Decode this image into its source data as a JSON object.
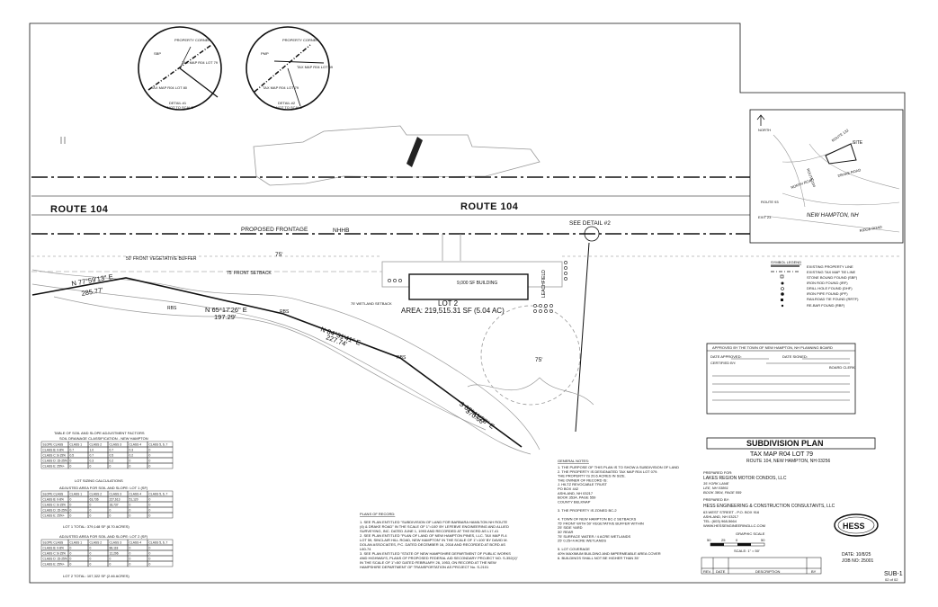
{
  "road": {
    "left": "ROUTE 104",
    "center": "ROUTE 104"
  },
  "labels": {
    "proposed_frontage": "PROPOSED FRONTAGE",
    "nhhb": "NHHB",
    "see_detail_2": "SEE DETAIL #2",
    "frontage_dist": "75'",
    "front_buffer": "50' FRONT VEGETATIVE BUFFER",
    "front_setback": "75' FRONT SETBACK",
    "building": "9,000 SF BUILDING",
    "leachfield": "LEACHFIELD",
    "wetland_setback": "75' WETLAND SETBACK",
    "lot_name": "LOT 2",
    "lot_area": "AREA: 219,515.31 SF (5.04 AC)",
    "wetland_radius": "75'",
    "rbs": "RBS"
  },
  "bearings": [
    {
      "bearing": "N 77°59'13\" E",
      "dist": "285.77'"
    },
    {
      "bearing": "N 65°17'26\" E",
      "dist": "197.29'"
    },
    {
      "bearing": "N 84°31'41\" E",
      "dist": "227.74'"
    },
    {
      "bearing": "S 82°41'28\" E",
      "dist": "370.66'"
    }
  ],
  "details": [
    {
      "property_corner": "PROPERTY CORNER",
      "sbp": "SBP",
      "lot_a": "TAX MAP R04 LOT 79",
      "lot_b": "TAX MAP R04 LOT 80",
      "title": "DETAIL #1",
      "scale": "NOT TO SCALE"
    },
    {
      "property_corner": "PROPERTY CORNER",
      "sbp": "PMP",
      "lot_a": "TAX MAP R04 LOT 59",
      "lot_b": "TAX MAP R04 LOT 79",
      "title": "DETAIL #2",
      "scale": "NOT TO SCALE"
    }
  ],
  "locus": {
    "north": "NORTH",
    "town": "NEW HAMPTON, NH",
    "site": "SITE",
    "exit": "EXIT 23",
    "roads": [
      "ROUTE 104",
      "ROUTE 132",
      "DRAKE ROAD",
      "ROUTE 93",
      "RIDGE ROAD",
      "NORTH ROAD"
    ]
  },
  "legend": {
    "title": "SYMBOL LEGEND",
    "items": [
      "EXISTING PROPERTY LINE",
      "EXISTING TAX MAP TIE LINE",
      "STONE BOUND FOUND (SBF)",
      "IRON ROD FOUND (IRF)",
      "DRILL HOLE FOUND (DHF)",
      "IRON PIPE FOUND (IPF)",
      "RAILROAD TIE FOUND (RRTF)",
      "RE-BAR FOUND (RBF)"
    ]
  },
  "approval": {
    "heading": "APPROVED BY THE TOWN OF NEW HAMPTON, NH PLANNING BOARD",
    "date_approved": "DATE APPROVED:",
    "date_signed": "DATE SIGNED:",
    "certified_by": "CERTIFIED BY:",
    "board_clerk": "BOARD CLERK"
  },
  "title_block": {
    "title": "SUBDIVISION PLAN",
    "tax_map": "TAX MAP R04 LOT 79",
    "address": "ROUTE 104, NEW HAMPTON, NH 03256",
    "prepared_for_label": "PREPARED FOR:",
    "client": "LAKES REGION MOTOR CONDOS, LLC",
    "client_lines": [
      "35 YORK LANE",
      "LEE, NH 03861",
      "BOOK 3804, PAGE 559"
    ],
    "prepared_by_label": "PREPARED BY:",
    "firm": "HESS ENGINEERING & CONSTRUCTION CONSULTANTS, LLC",
    "firm_lines": [
      "63 WEST STREET - P.O. BOX 916",
      "ASHLAND, NH 03217",
      "TEL: (603) 968-5664",
      "WWW.HESSENGINEERINGLLC.COM"
    ],
    "logo": "HESS",
    "graphic_scale": "GRAPHIC SCALE",
    "scale_ticks": [
      "50",
      "25",
      "0",
      "50"
    ],
    "scale_text": "SCALE: 1\" = 50'",
    "date": "DATE: 10/8/25",
    "job": "JOB NO: 25001",
    "rev_cols": [
      "REV.",
      "DATE",
      "DESCRIPTION",
      "BY"
    ],
    "sheet": "SUB-1",
    "sheet_of": "02 of 02"
  },
  "general_notes": {
    "heading": "GENERAL NOTES:",
    "items": [
      "1.   THE PURPOSE OF THIS PLAN IS TO SHOW A SUBDIVISION OF LAND",
      "2.   THE PROPERTY IS DESIGNATED TAX MAP R04 LOT 079.",
      "      THE PROPERTY IS 20.6 ACRES IN SIZE.",
      "      THE OWNER OF RECORD IS:",
      "         J. HILTZ REVOCABLE TRUST",
      "         PO BOX 442",
      "         ASHLAND, NH 03217",
      "         BOOK 3534, PAGE 559",
      "         COUNTY BELKNAP",
      "",
      "3.   THE PROPERTY IS ZONED BC-2",
      "",
      "4.   TOWN OF NEW HAMPTON BC-2 SETBACKS",
      "      75'   FRONT WITH 50' VEGETATIVE BUFFER WITHIN",
      "      25'   SIDE YARD",
      "      30'   REAR",
      "      75'   SURFACE WATER / 4 ACRE WETLANDS",
      "      25'   0.25<4 ACRE WETLANDS",
      "",
      "5.   LOT COVERAGE",
      "      40% MAXIMUM BUILDING AND IMPERMEABLE AREA COVER",
      "6.   BUILDINGS SHALL NOT BE HIGHER THAN 35'"
    ]
  },
  "plans_of_record": {
    "heading": "PLANS OF RECORD:",
    "items": [
      "1.   SEE PLAN ENTITLED \"SUBDIVISION OF LAND FOR BARBARA HAMILTON NH ROUTE",
      "(4) & DRAKE ROAD\" IN THE SCALE OF 1\"=100' BY LEFEBVE ENGINEERING AND ALLIED",
      "SURVEYING, INC. DATED JUNE 1, 1993 AND RECORDED AT THE BCRD AS L17-41",
      "2.   SEE PLAN ENTITLED \"PLAN OF LAND OF NEW HAMPTON PINES, LLC. TAX MAP R-4",
      "LOT 59, SINCLAIR HILL ROAD, NEW HAMPTON\" IN THE SCALE OF 1\"=100' BY DAVID M.",
      "DOLAN ASSOCIATES, P.C. DATED DECEMBER 16, 2018 AND RECORDED AT BCRD AS",
      "L60-74",
      "3.   SEE PLAN ENTITLED \"STATE OF NEW HAMPSHIRE DEPARTMENT OF PUBLIC WORKS",
      "AND HIGHWAYS, PLANS OF PROPOSED FEDERAL AID SECONDARY PROJECT NO. S-352(1)\"",
      "IN THE SCALE OF 1\"=50' DATED FEBRUARY 26, 1953, ON RECORD AT THE NEW",
      "HAMPSHIRE DEPARTMENT OF TRANSPORTATION AS PROJECT No. S-2101"
    ]
  },
  "tables": {
    "title": "TABLE OF SOIL AND SLOPE ADJUSTMENT FACTORS",
    "t1": {
      "caption": "SOIL DRAINAGE CLASSIFICATION - NEW HAMPTON",
      "header": [
        "SLOPE CLASS",
        "CLASS 1",
        "CLASS 2",
        "CLASS 3",
        "CLASS 4",
        "CLASS 5, 6, 7"
      ],
      "rows": [
        [
          "CLASS B: 0-8%",
          "0.7",
          "1.0",
          "0.7",
          "0.3",
          "0"
        ],
        [
          "CLASS C: 8-15%",
          "0.5",
          "0.7",
          "0.5",
          "0.2",
          "0"
        ],
        [
          "CLASS D: 15-25%",
          "0",
          "0.3",
          "0.2",
          "0",
          "0"
        ],
        [
          "CLASS E: 25%+",
          "0",
          "0",
          "0",
          "0",
          "0"
        ]
      ]
    },
    "lot_sizing": "LOT SIZING CALCULATIONS",
    "t2": {
      "caption": "ADJUSTED AREA FOR SOIL AND SLOPE: LOT 1 (SF)",
      "header": [
        "SLOPE CLASS",
        "CLASS 1",
        "CLASS 2",
        "CLASS 3",
        "CLASS 4",
        "CLASS 5, 6, 7"
      ],
      "rows": [
        [
          "CLASS B: 0-8%",
          "0",
          "63,736",
          "227,613",
          "51,120",
          "0"
        ],
        [
          "CLASS C: 8-15%",
          "0",
          "0",
          "18,737",
          "0",
          "0"
        ],
        [
          "CLASS D: 15-25%",
          "0",
          "0",
          "0",
          "0",
          "0"
        ],
        [
          "CLASS E: 25%+",
          "0",
          "0",
          "0",
          "0",
          "0"
        ]
      ],
      "total": "LOT 1 TOTAL: 379,148 SF (8.70 ACRES)"
    },
    "t3": {
      "caption": "ADJUSTED AREA FOR SOIL AND SLOPE: LOT 2 (SF)",
      "header": [
        "SLOPE CLASS",
        "CLASS 1",
        "CLASS 2",
        "CLASS 3",
        "CLASS 4",
        "CLASS 5, 6, 7"
      ],
      "rows": [
        [
          "CLASS B: 0-8%",
          "0",
          "0",
          "88,118",
          "0",
          "0"
        ],
        [
          "CLASS C: 8-15%",
          "0",
          "0",
          "12,296",
          "0",
          "0"
        ],
        [
          "CLASS D: 15-25%",
          "0",
          "0",
          "0",
          "0",
          "0"
        ],
        [
          "CLASS E: 25%+",
          "0",
          "0",
          "0",
          "0",
          "0"
        ]
      ],
      "total": "LOT 2 TOTAL: 107,322 SF (2.46 ACRES)"
    }
  }
}
